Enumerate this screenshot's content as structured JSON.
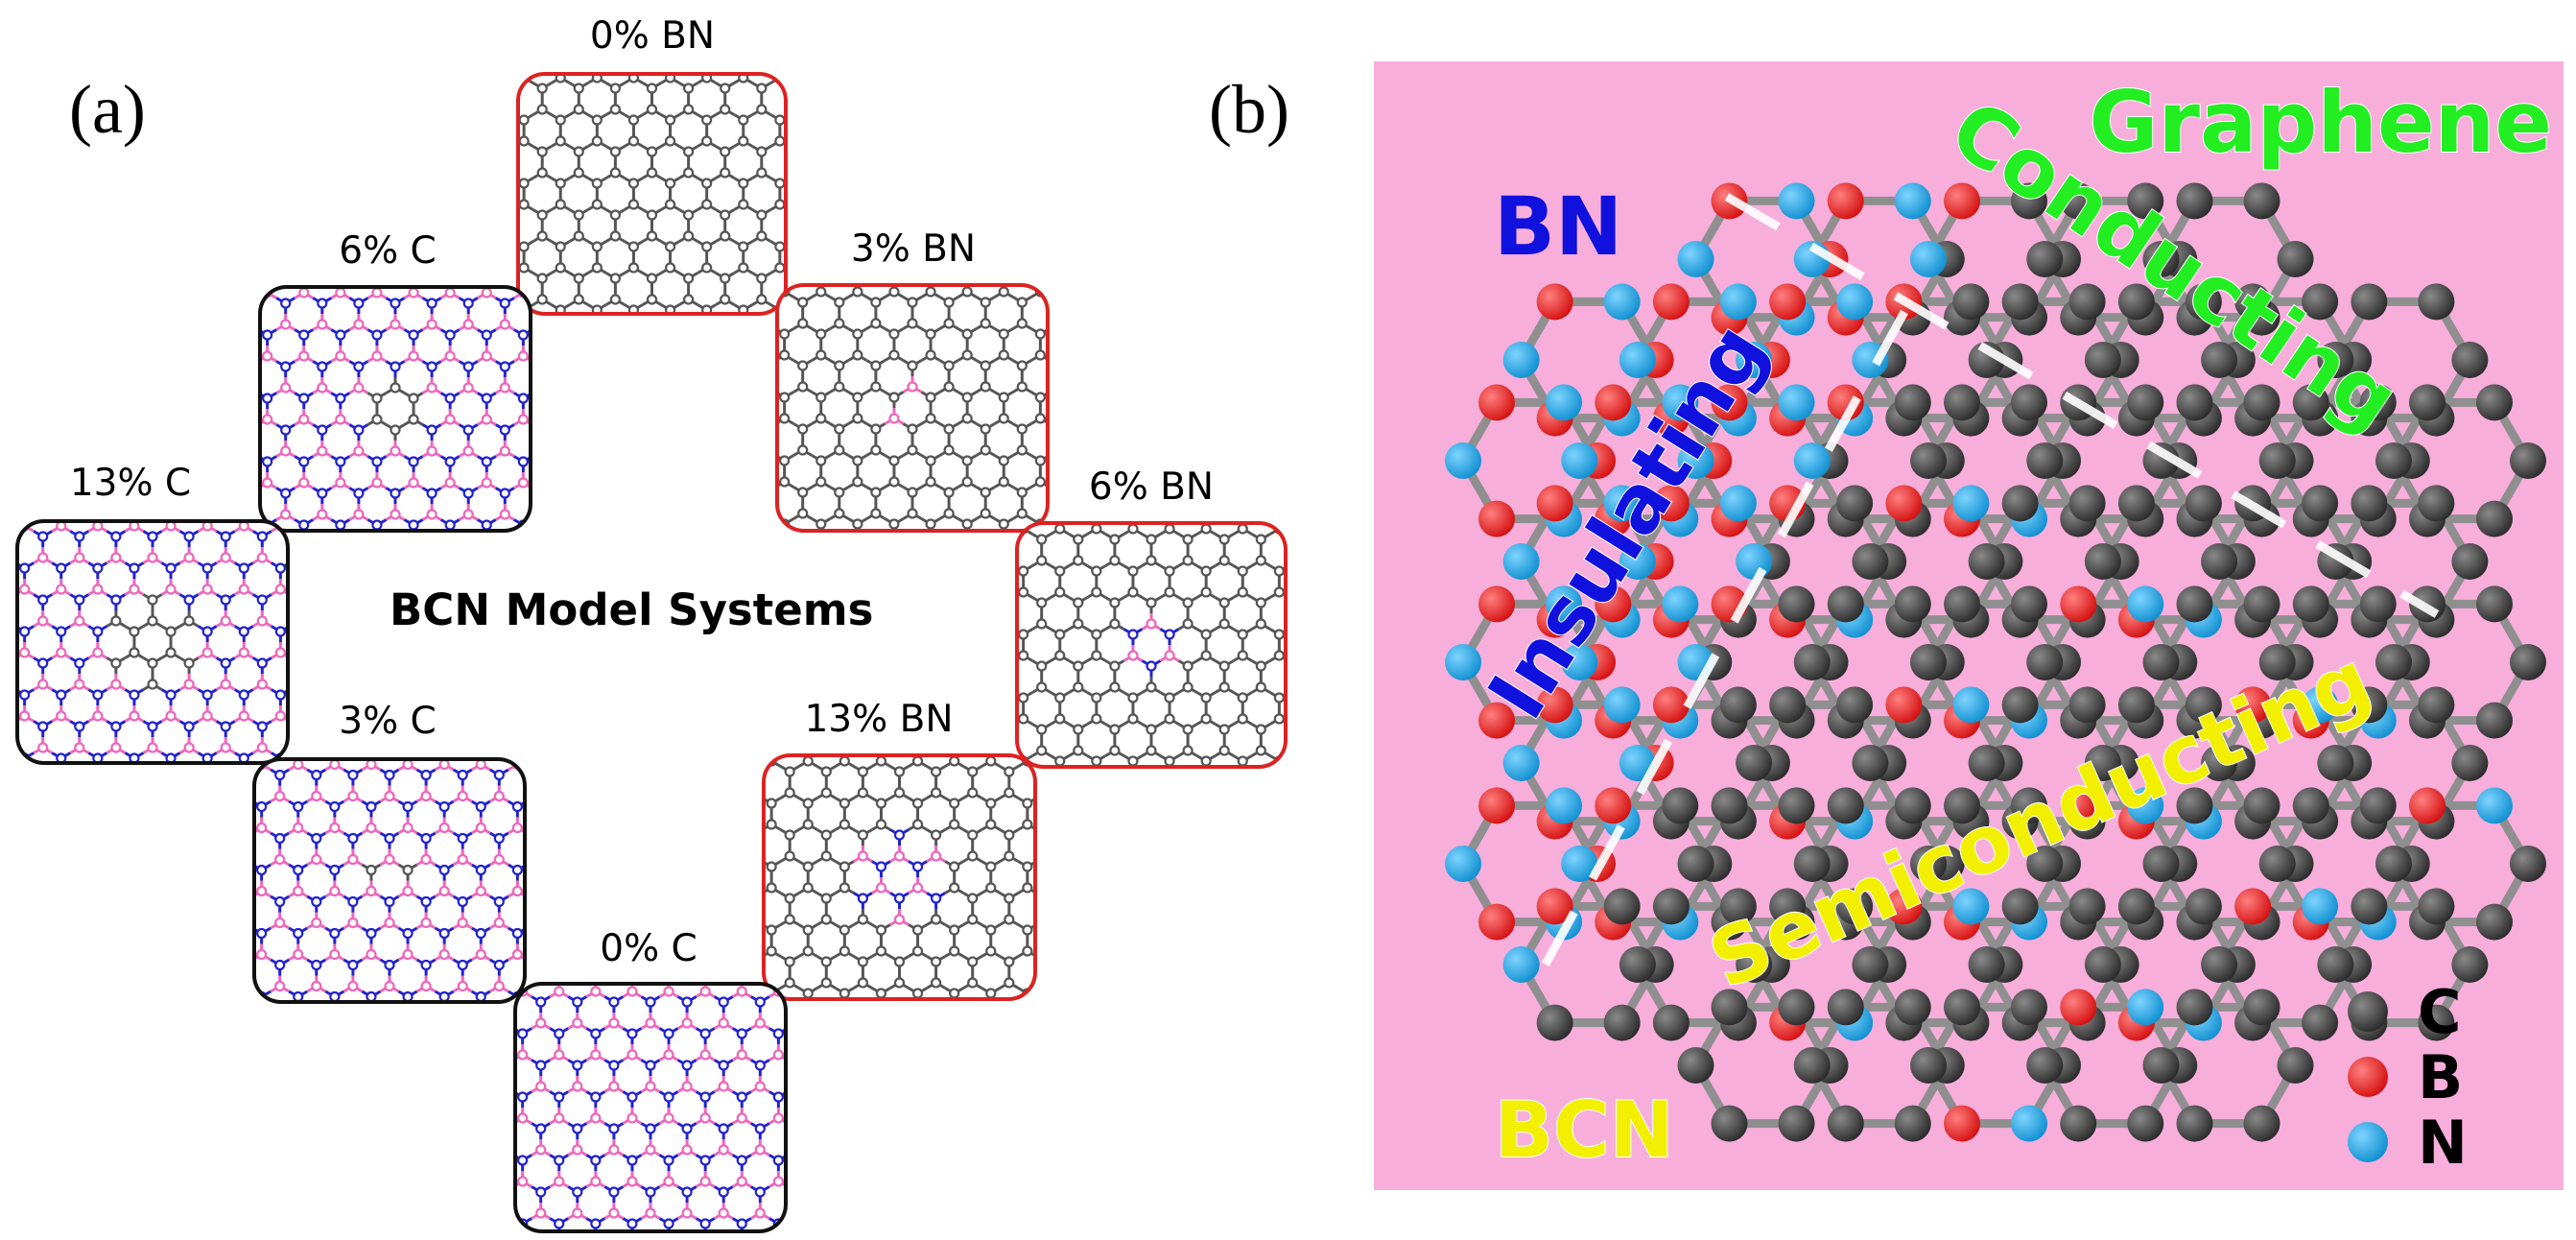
{
  "panel_a": {
    "label": "(a)",
    "center_title": "BCN Model Systems",
    "tiles": [
      {
        "id": "bn0",
        "label": "0% BN",
        "border": "#dd2222",
        "base": "graphene",
        "dopant": [
          0,
          0
        ]
      },
      {
        "id": "bn3",
        "label": "3% BN",
        "border": "#dd2222",
        "base": "graphene",
        "dopant": [
          1,
          1
        ]
      },
      {
        "id": "bn6",
        "label": "6% BN",
        "border": "#dd2222",
        "base": "graphene",
        "dopant": [
          3,
          3
        ]
      },
      {
        "id": "bn13",
        "label": "13% BN",
        "border": "#dd2222",
        "base": "graphene",
        "dopant": [
          6,
          6
        ]
      },
      {
        "id": "c0",
        "label": "0% C",
        "border": "#111111",
        "base": "hbn",
        "dopant": [
          0,
          0
        ]
      },
      {
        "id": "c3",
        "label": "3% C",
        "border": "#111111",
        "base": "hbn",
        "dopant": [
          1,
          1
        ]
      },
      {
        "id": "c6",
        "label": "6% C",
        "border": "#111111",
        "base": "hbn",
        "dopant": [
          3,
          3
        ]
      },
      {
        "id": "c13",
        "label": "13% C",
        "border": "#111111",
        "base": "hbn",
        "dopant": [
          6,
          6
        ]
      }
    ]
  },
  "panel_b": {
    "label": "(b)",
    "corner_labels": {
      "graphene": "Graphene",
      "bn": "BN",
      "bcn": "BCN"
    },
    "region_labels": {
      "conducting": "Conducting",
      "insulating": "Insulating",
      "semiconducting": "Semiconducting"
    },
    "legend": [
      {
        "symbol": "C",
        "color": "#3a3a3a"
      },
      {
        "symbol": "B",
        "color": "#ee2222"
      },
      {
        "symbol": "N",
        "color": "#1aa8e0"
      }
    ]
  },
  "colors": {
    "carbon": "#555555",
    "boron": "#ee66bb",
    "nitrogen": "#2222cc",
    "panel_bg": "#f7aedb",
    "green_label": "#22ee22",
    "blue_label": "#1111dd",
    "yellow_label": "#f2f000"
  }
}
